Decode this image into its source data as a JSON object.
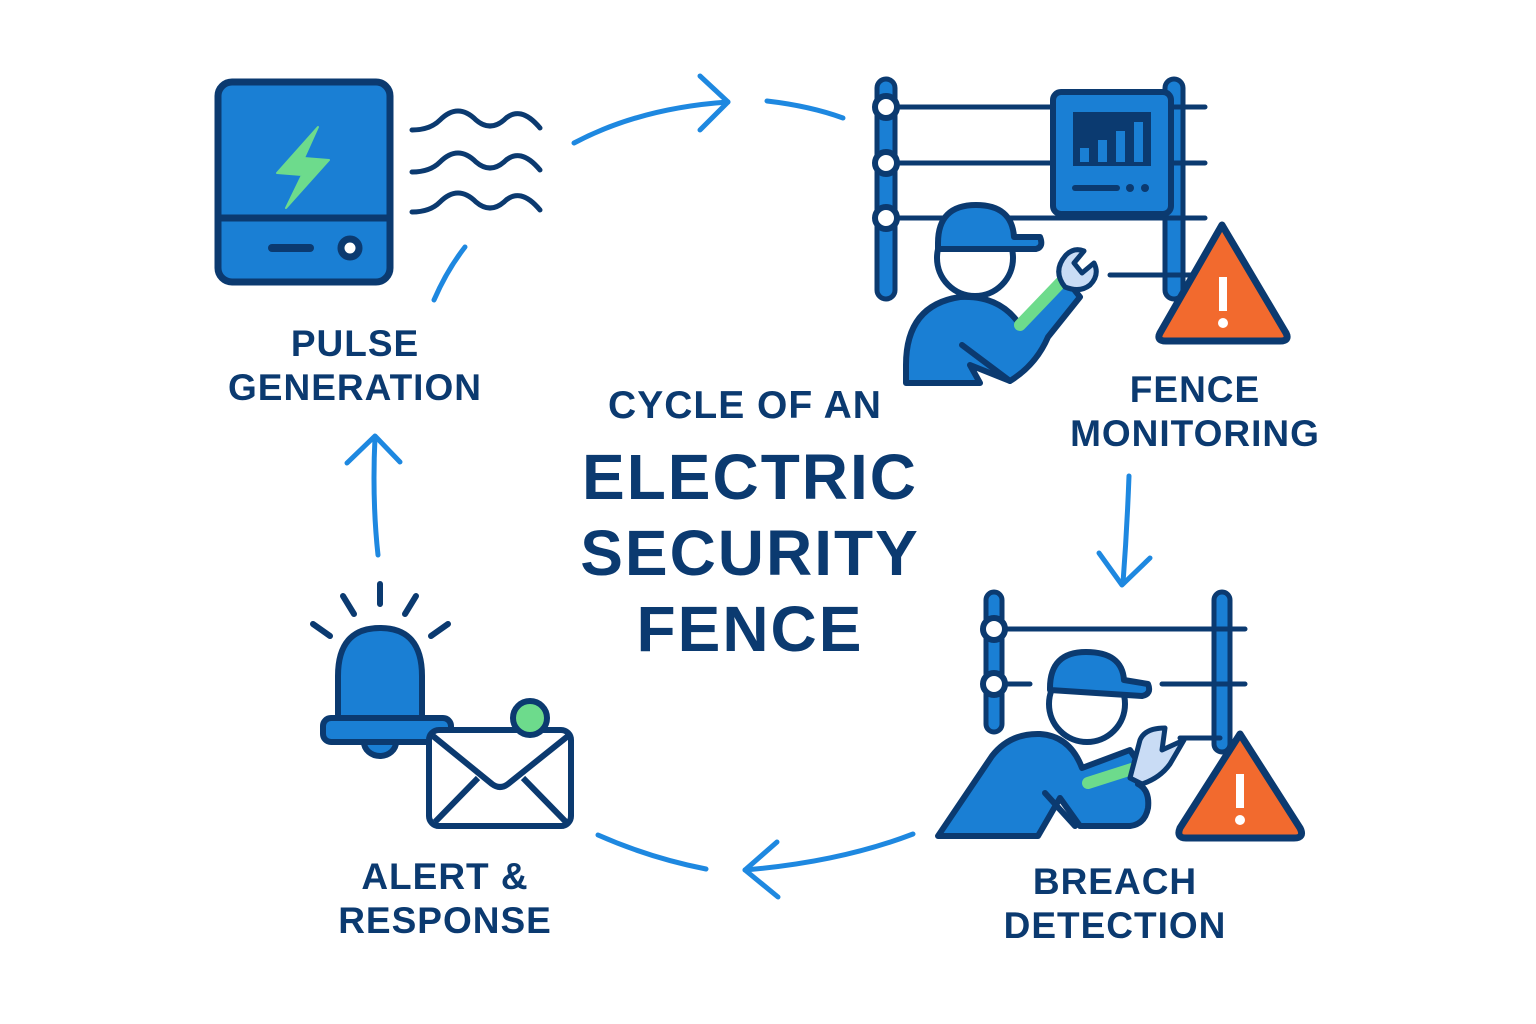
{
  "title": {
    "line1": "CYCLE OF AN",
    "line2": "ELECTRIC",
    "line3": "SECURITY",
    "line4": "FENCE"
  },
  "stages": [
    {
      "id": "pulse-generation",
      "line1": "PULSE",
      "line2": "GENERATION",
      "icon": "energizer-device-icon"
    },
    {
      "id": "fence-monitoring",
      "line1": "FENCE",
      "line2": "MONITORING",
      "icon": "fence-monitor-worker-icon"
    },
    {
      "id": "breach-detection",
      "line1": "BREACH",
      "line2": "DETECTION",
      "icon": "fence-breach-worker-icon"
    },
    {
      "id": "alert-response",
      "line1": "ALERT &",
      "line2": "RESPONSE",
      "icon": "bell-envelope-icon"
    }
  ],
  "flow": [
    "pulse-generation",
    "fence-monitoring",
    "breach-detection",
    "alert-response",
    "pulse-generation"
  ],
  "colors": {
    "navy": "#0b3a70",
    "blue": "#1a7fd4",
    "arrow": "#1e88e0",
    "green": "#6ddb8c",
    "orange": "#f26a2e",
    "light_blue": "#c9dcf5"
  }
}
